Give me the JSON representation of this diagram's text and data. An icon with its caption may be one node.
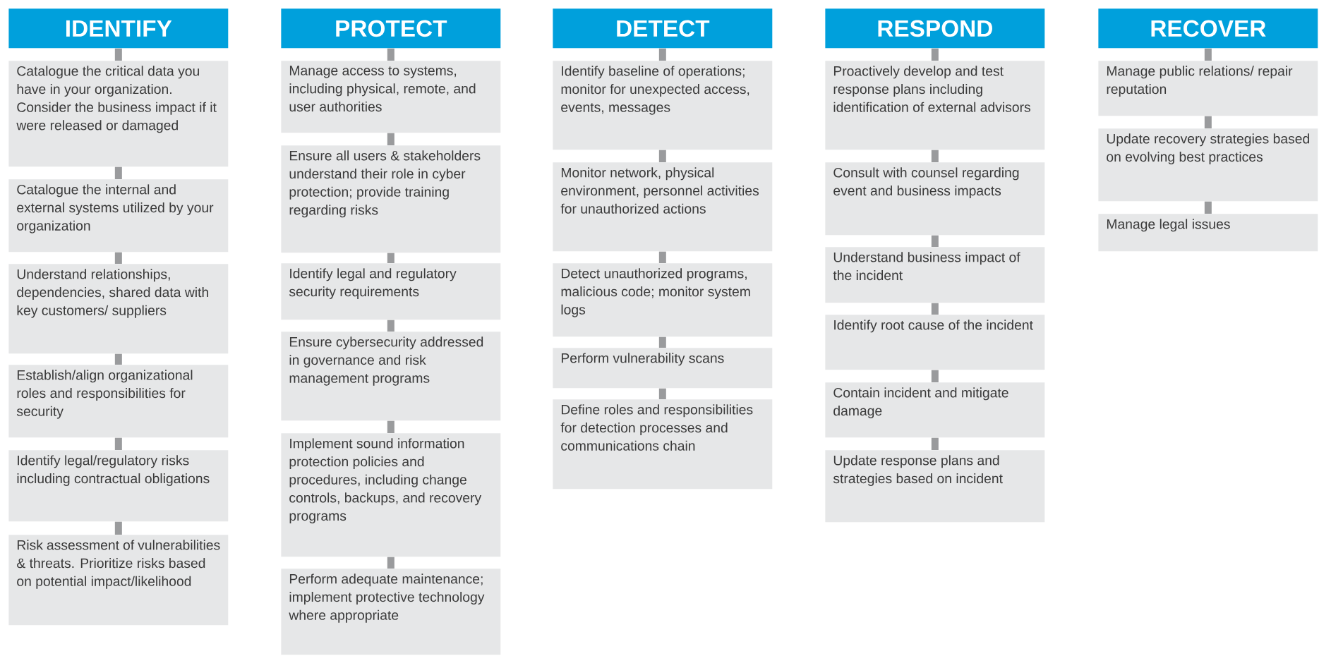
{
  "diagram": {
    "nodes": [
      {
        "text": [
          "IDENTIFY"
        ]
      },
      {
        "text": [
          "Catalogue the critical data you have in your organization. Consider the business impact if it were released or damaged"
        ]
      },
      {
        "text": [
          "Catalogue the internal and external systems utilized by your organization"
        ]
      },
      {
        "text": [
          "Understand relationships, dependencies, shared data with key customers/ suppliers"
        ]
      },
      {
        "text": [
          "Establish/align organizational roles and responsibilities for security"
        ]
      },
      {
        "text": [
          "Identify legal/regulatory risks including contractual obligations"
        ]
      },
      {
        "text": [
          "Risk assessment of vulnerabilities & threats. Prioritize risks based on potential impact/likelihood"
        ]
      },
      {
        "text": [
          "PROTECT"
        ]
      },
      {
        "text": [
          "Manage access to systems, including physical, remote, and user authorities"
        ]
      },
      {
        "text": [
          "Ensure all users & stakeholders understand their role in cyber protection; provide training regarding risks"
        ]
      },
      {
        "text": [
          "Identify legal and regulatory security requirements"
        ]
      },
      {
        "text": [
          "Ensure cybersecurity addressed in governance and risk management programs"
        ]
      },
      {
        "text": [
          "Implement sound information protection policies and procedures, including change controls, backups, and recovery programs"
        ]
      },
      {
        "text": [
          "Perform adequate maintenance; implement protective technology where appropriate"
        ]
      },
      {
        "text": [
          "DETECT"
        ]
      },
      {
        "text": [
          "Identify baseline of operations; monitor for unexpected access, events, messages"
        ]
      },
      {
        "text": [
          "Monitor network, physical environment, personnel activities for unauthorized actions"
        ]
      },
      {
        "text": [
          "Detect unauthorized programs, malicious code; monitor system logs"
        ]
      },
      {
        "text": [
          "Perform vulnerability scans"
        ]
      },
      {
        "text": [
          "Define roles and responsibilities for detection processes and communications chain"
        ]
      },
      {
        "text": [
          "RESPOND"
        ]
      },
      {
        "text": [
          "Proactively develop and test response plans including identification of external advisors"
        ]
      },
      {
        "text": [
          "Consult with counsel regarding event and business impacts"
        ]
      },
      {
        "text": [
          "Understand business impact of the incident"
        ]
      },
      {
        "text": [
          "Identify root cause of the incident"
        ]
      },
      {
        "text": [
          "Contain incident and mitigate damage"
        ]
      },
      {
        "text": [
          "Update response plans and strategies based on incident"
        ]
      },
      {
        "text": [
          "RECOVER"
        ]
      },
      {
        "text": [
          "Manage public relations/ repair reputation"
        ]
      },
      {
        "text": [
          "Update recovery strategies based on evolving best practices"
        ]
      },
      {
        "text": [
          "Manage legal issues"
        ]
      }
    ],
    "edges": [
      {
        "from": 0,
        "to": 1,
        "arrow": "none"
      },
      {
        "from": 1,
        "to": 2,
        "arrow": "none"
      },
      {
        "from": 2,
        "to": 3,
        "arrow": "none"
      },
      {
        "from": 3,
        "to": 4,
        "arrow": "none"
      },
      {
        "from": 4,
        "to": 5,
        "arrow": "none"
      },
      {
        "from": 5,
        "to": 6,
        "arrow": "none"
      },
      {
        "from": 7,
        "to": 8,
        "arrow": "none"
      },
      {
        "from": 8,
        "to": 9,
        "arrow": "none"
      },
      {
        "from": 9,
        "to": 10,
        "arrow": "none"
      },
      {
        "from": 10,
        "to": 11,
        "arrow": "none"
      },
      {
        "from": 11,
        "to": 12,
        "arrow": "none"
      },
      {
        "from": 12,
        "to": 13,
        "arrow": "none"
      },
      {
        "from": 14,
        "to": 15,
        "arrow": "none"
      },
      {
        "from": 15,
        "to": 16,
        "arrow": "none"
      },
      {
        "from": 16,
        "to": 17,
        "arrow": "none"
      },
      {
        "from": 17,
        "to": 18,
        "arrow": "none"
      },
      {
        "from": 18,
        "to": 19,
        "arrow": "none"
      },
      {
        "from": 20,
        "to": 21,
        "arrow": "none"
      },
      {
        "from": 21,
        "to": 22,
        "arrow": "none"
      },
      {
        "from": 22,
        "to": 23,
        "arrow": "none"
      },
      {
        "from": 23,
        "to": 24,
        "arrow": "none"
      },
      {
        "from": 24,
        "to": 25,
        "arrow": "none"
      },
      {
        "from": 25,
        "to": 26,
        "arrow": "none"
      },
      {
        "from": 27,
        "to": 28,
        "arrow": "none"
      },
      {
        "from": 28,
        "to": 29,
        "arrow": "none"
      },
      {
        "from": 29,
        "to": 30,
        "arrow": "none"
      }
    ]
  }
}
